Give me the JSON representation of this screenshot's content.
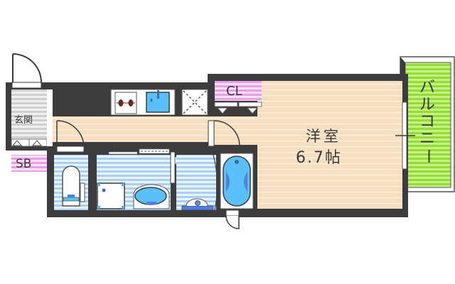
{
  "floorplan": {
    "rooms": {
      "western_room": {
        "name": "洋室",
        "size": "6.7帖"
      },
      "entrance": {
        "name": "玄関"
      },
      "shoe_box": {
        "name": "SB"
      },
      "closet": {
        "name": "CL"
      },
      "balcony": {
        "name": "バルコニー",
        "chars": [
          "バ",
          "ル",
          "コ",
          "ニ",
          "ー"
        ]
      }
    },
    "colors": {
      "wall": "#3c3c3c",
      "floor_wood": "#f5dfc0",
      "floor_wood_stripe": "#fbeedc",
      "wet_area": "#b8d8f4",
      "wet_area_stripe": "#ffffff",
      "entrance_floor": "#d6d6d6",
      "storage_pink": "#f0a8ec",
      "balcony_green": "#99e03a",
      "fixture_blue": "#5ac0f8",
      "fixture_dark_blue": "#4f7fe0"
    }
  }
}
